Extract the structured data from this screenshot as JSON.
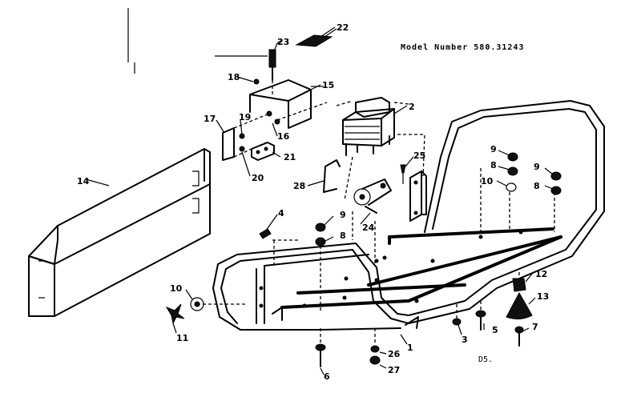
{
  "model": {
    "label": "Model Number",
    "number": "580.31243"
  },
  "diagram_code": "D5.",
  "part_labels": [
    "1",
    "2",
    "3",
    "4",
    "5",
    "6",
    "7",
    "8",
    "9",
    "10",
    "11",
    "12",
    "13",
    "14",
    "15",
    "16",
    "17",
    "18",
    "19",
    "20",
    "21",
    "22",
    "23",
    "24",
    "25",
    "26",
    "27",
    "28"
  ]
}
